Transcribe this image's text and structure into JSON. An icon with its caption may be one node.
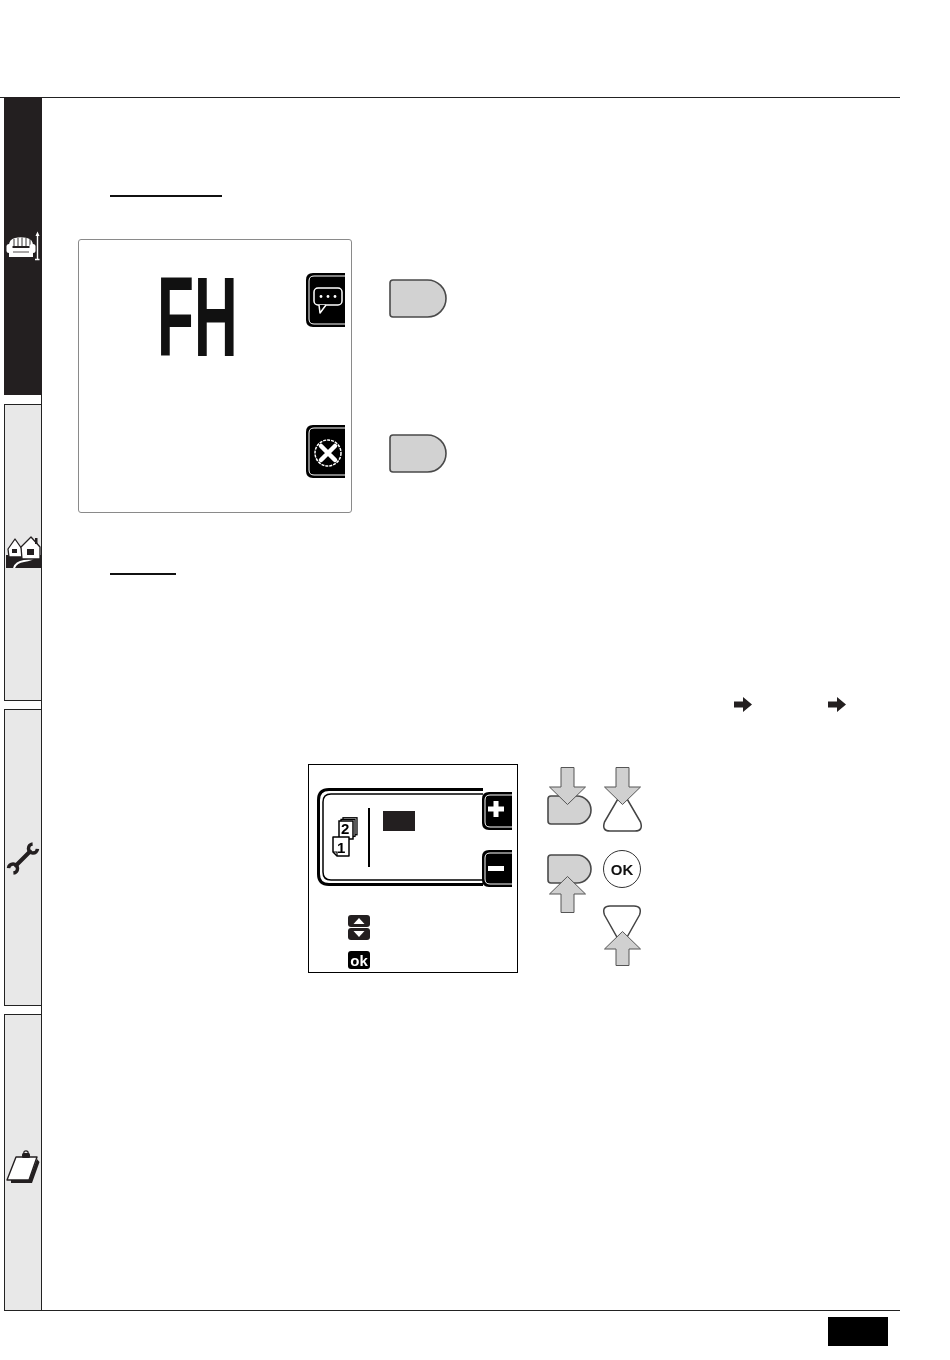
{
  "diagram": {
    "nodes": [
      {
        "text": [
          "FH"
        ]
      },
      {
        "text": [],
        "shape": "button"
      },
      {
        "text": [],
        "shape": "button"
      },
      {
        "text": [],
        "shape": "box"
      },
      {
        "text": [
          "ok"
        ],
        "in": 3
      },
      {
        "text": [],
        "shape": "button"
      },
      {
        "text": [],
        "shape": "triangle"
      },
      {
        "text": [],
        "shape": "button"
      },
      {
        "text": [
          "OK"
        ]
      },
      {
        "text": [],
        "shape": "triangle"
      }
    ],
    "labels": [
      "2",
      "1"
    ]
  }
}
